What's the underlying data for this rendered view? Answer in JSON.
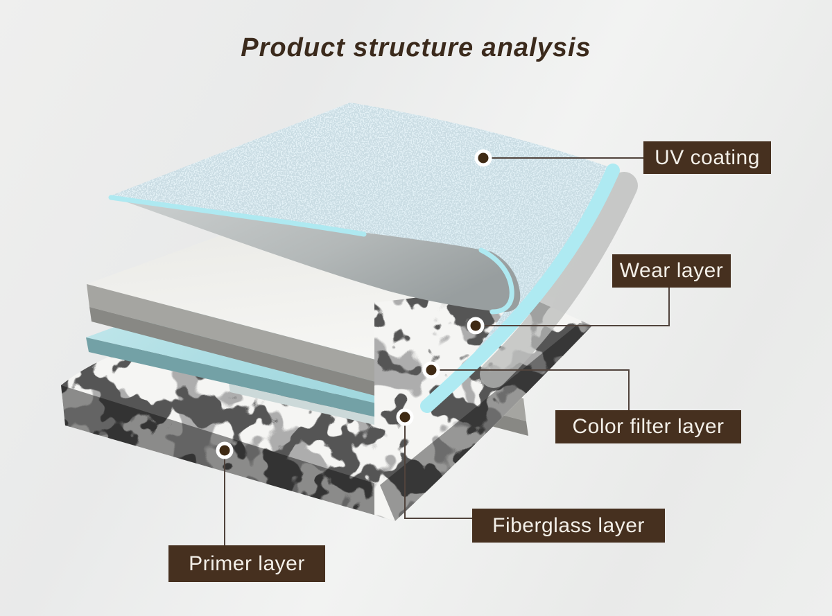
{
  "title": "Product structure analysis",
  "diagram": {
    "labels": {
      "uv_coating": "UV coating",
      "wear_layer": "Wear layer",
      "color_filter_layer": "Color filter layer",
      "fiberglass_layer": "Fiberglass layer",
      "primer_layer": "Primer layer"
    },
    "layer_order_top_to_bottom": [
      "UV coating",
      "Wear layer",
      "Color filter layer",
      "Fiberglass layer",
      "Primer layer"
    ]
  },
  "colors": {
    "background": "#ededec",
    "label_background": "#46301f",
    "label_text": "#f3efe8",
    "title_text": "#3b2a1c",
    "connector_line": "#50433c",
    "callout_dot": "#3f2a14",
    "callout_dot_ring": "#ffffff",
    "uv_surface": "#e2f0f6",
    "uv_edge_cyan": "#aeeaf2",
    "curl_underside_gray": "#b7bcbc",
    "wear_layer_top": "#f3f3f1",
    "wear_layer_edge": "#a5a5a1",
    "color_filter_top": "#b5dfe5",
    "color_filter_edge": "#73a1a6",
    "fiberglass_strip": "#ccd9d9",
    "primer_light": "#f5f5f3",
    "primer_dark": "#1a1a1a"
  }
}
